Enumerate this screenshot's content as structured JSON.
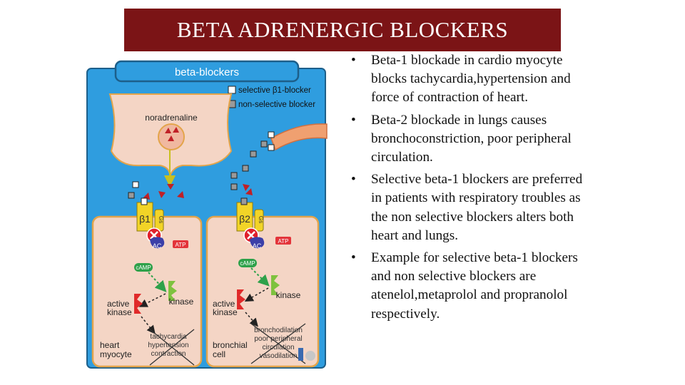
{
  "title": "BETA ADRENERGIC BLOCKERS",
  "bullets": [
    "Beta-1 blockade in cardio myocyte blocks tachycardia,hypertension and force of contraction of heart.",
    "Beta-2 blockade in lungs causes bronchoconstriction, poor peripheral circulation.",
    "Selective beta-1 blockers are preferred in patients with respiratory troubles as the non selective blockers alters both heart and lungs.",
    "Example for selective beta-1 blockers and non selective blockers are atenelol,metaprolol and propranolol respectively."
  ],
  "diagram": {
    "header": "beta-blockers",
    "legend": {
      "selective": "selective β1-blocker",
      "nonselective": "non-selective blocker"
    },
    "noradrenaline": "noradrenaline",
    "receptor1": "β1",
    "receptor2": "β2",
    "gs": "Gs",
    "ac": "AC",
    "atp": "ATP",
    "camp": "cAMP",
    "kinase": "kinase",
    "active_kinase_1": "active",
    "active_kinase_2": "kinase",
    "heart_effects": [
      "tachycardia",
      "hypertension",
      "contraction"
    ],
    "bronchial_effects": [
      "bronchodilation",
      "poor peripheral",
      "circulation",
      "vasodilation"
    ],
    "heart_label": [
      "heart",
      "myocyte"
    ],
    "bronchial_label": [
      "bronchial",
      "cell"
    ],
    "colors": {
      "blue": "#2f9ddf",
      "cell": "#f4d5c5",
      "cell_border": "#e3a44a",
      "receptor": "#f2d427",
      "ac": "#3b3fa8",
      "atp": "#e3343a",
      "camp": "#2ea14a",
      "kinase": "#7ec23e",
      "active": "#e02a2a",
      "blocker_red": "#e0202b"
    }
  }
}
